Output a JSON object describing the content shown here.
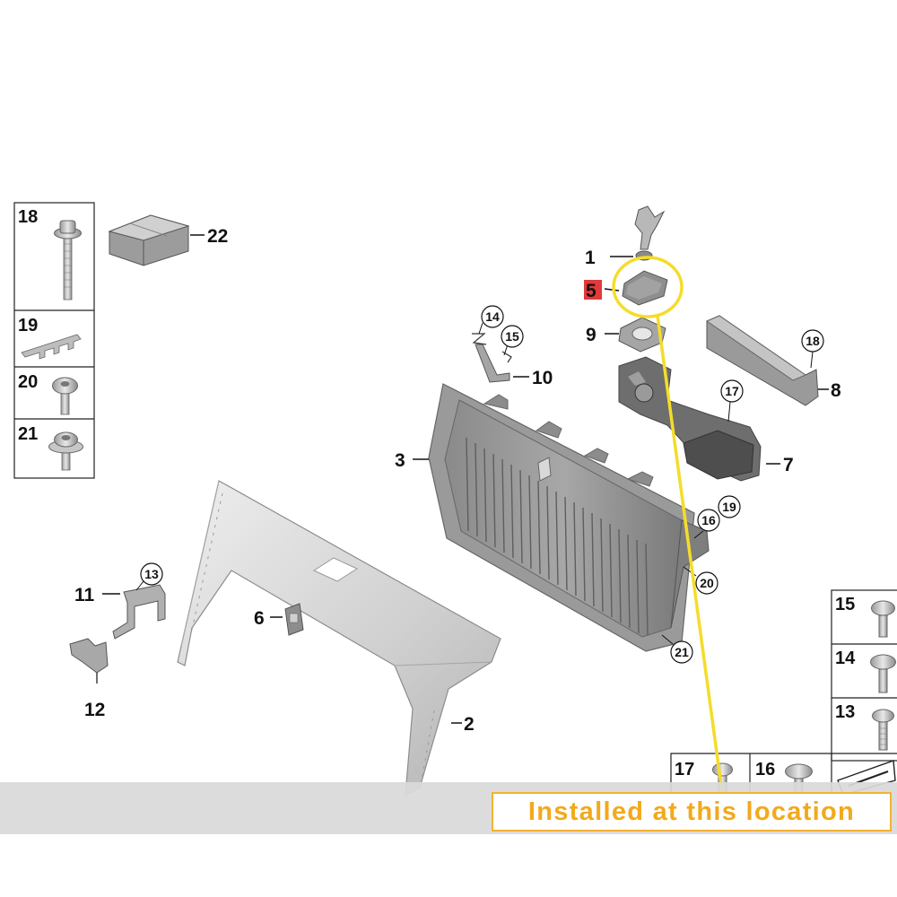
{
  "parts": {
    "p1": "1",
    "p2": "2",
    "p3": "3",
    "p5": "5",
    "p6": "6",
    "p7": "7",
    "p8": "8",
    "p9": "9",
    "p10": "10",
    "p11": "11",
    "p12": "12",
    "p22": "22",
    "c13": "13",
    "c14": "14",
    "c15": "15",
    "c16": "16",
    "c17": "17",
    "c18": "18",
    "c19": "19",
    "c20": "20",
    "c21": "21"
  },
  "left_table": {
    "r18": "18",
    "r19": "19",
    "r20": "20",
    "r21": "21"
  },
  "right_table": {
    "r15": "15",
    "r14": "14",
    "r13": "13"
  },
  "bottom_table": {
    "r17": "17",
    "r16": "16"
  },
  "callout": {
    "text": "Installed at this location"
  },
  "colors": {
    "highlight_circle": "#f5dc2a",
    "callout_border": "#f2b233",
    "callout_text": "#f2a91c",
    "part5_highlight": "#e23a3a",
    "bottom_band": "#d9d9d9"
  }
}
